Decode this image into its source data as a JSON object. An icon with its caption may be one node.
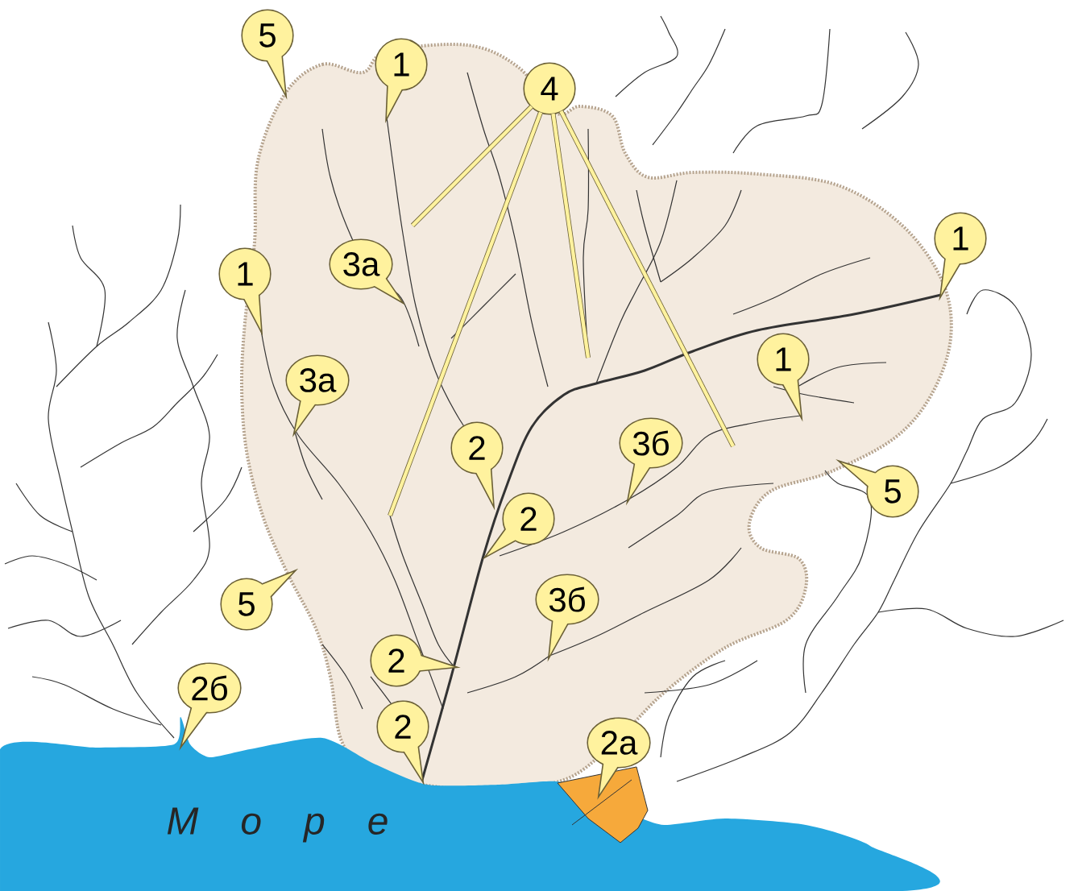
{
  "diagram": {
    "nodes": [
      {
        "text": [
          "5"
        ]
      },
      {
        "text": [
          "1"
        ]
      },
      {
        "text": [
          "4"
        ]
      },
      {
        "text": [
          "3а"
        ]
      },
      {
        "text": [
          "1"
        ]
      },
      {
        "text": [
          "1"
        ]
      },
      {
        "text": [
          "3а"
        ]
      },
      {
        "text": [
          "1"
        ]
      },
      {
        "text": [
          "2"
        ]
      },
      {
        "text": [
          "3б"
        ]
      },
      {
        "text": [
          "2"
        ]
      },
      {
        "text": [
          "5"
        ]
      },
      {
        "text": [
          "5"
        ]
      },
      {
        "text": [
          "3б"
        ]
      },
      {
        "text": [
          "2"
        ]
      },
      {
        "text": [
          "2б"
        ]
      },
      {
        "text": [
          "2"
        ]
      },
      {
        "text": [
          "2а"
        ]
      }
    ],
    "edges": [
      {
        "from": 2,
        "to": null,
        "arrow": "none"
      },
      {
        "from": 2,
        "to": null,
        "arrow": "none"
      },
      {
        "from": 2,
        "to": null,
        "arrow": "none"
      },
      {
        "from": 2,
        "to": null,
        "arrow": "none"
      }
    ],
    "labels": [
      "М о р е"
    ]
  }
}
